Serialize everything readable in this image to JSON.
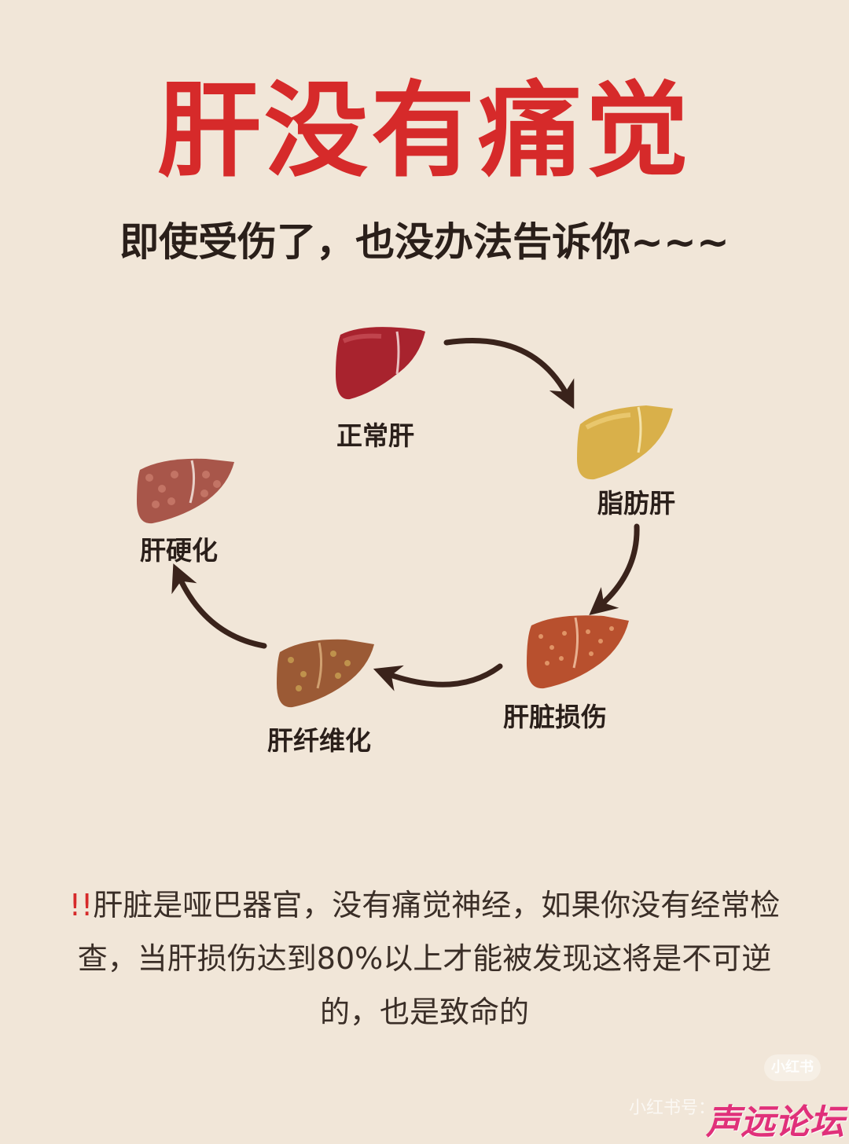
{
  "title": "肝没有痛觉",
  "subtitle": "即使受伤了，也没办法告诉你~~~",
  "stages": [
    {
      "label": "正常肝",
      "color": "#a8232e"
    },
    {
      "label": "脂肪肝",
      "color": "#d9b04a"
    },
    {
      "label": "肝脏损伤",
      "color": "#b8502e"
    },
    {
      "label": "肝纤维化",
      "color": "#9b5a35"
    },
    {
      "label": "肝硬化",
      "color": "#a8564a"
    }
  ],
  "footer": {
    "warn": "!!",
    "text": "肝脏是哑巴器官，没有痛觉神经，如果你没有经常检查，当肝损伤达到80%以上才能被发现这将是不可逆的，也是致命的"
  },
  "watermark": {
    "badge": "小红书",
    "id": "小红书号：",
    "forum": "声远论坛"
  }
}
